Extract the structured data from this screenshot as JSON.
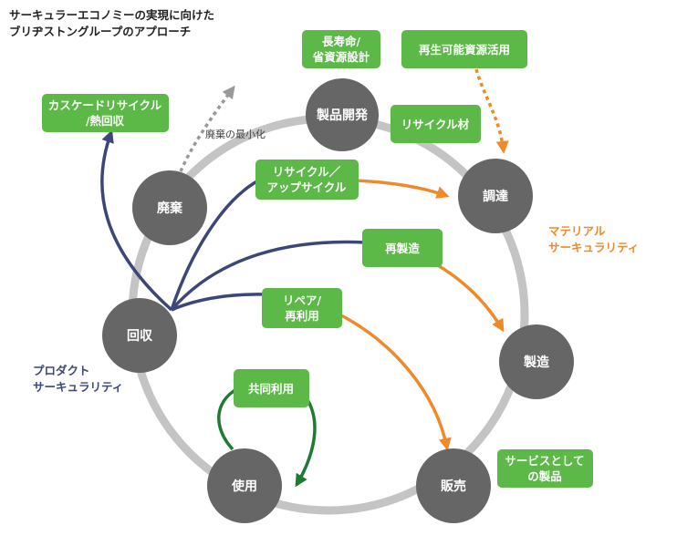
{
  "title": {
    "line1": "サーキュラーエコノミーの実現に向けた",
    "line2": "ブリヂストングループのアプローチ"
  },
  "nodes": {
    "development": "製品開発",
    "procurement": "調達",
    "manufacturing": "製造",
    "sales": "販売",
    "use": "使用",
    "collection": "回収",
    "disposal": "廃棄"
  },
  "boxes": {
    "longevity_line1": "長寿命/",
    "longevity_line2": "省資源設計",
    "renewable": "再生可能資源活用",
    "recycled_material": "リサイクル材",
    "cascade_line1": "カスケードリサイクル",
    "cascade_line2": "/熱回収",
    "recycle_line1": "リサイクル／",
    "recycle_line2": "アップサイクル",
    "remanufacture": "再製造",
    "repair_line1": "リペア/",
    "repair_line2": "再利用",
    "sharing": "共同利用",
    "service_line1": "サービスとして",
    "service_line2": "の製品"
  },
  "labels": {
    "waste_minimization": "廃棄の最小化",
    "material_circularity_line1": "マテリアル",
    "material_circularity_line2": "サーキュラリティ",
    "product_circularity_line1": "プロダクト",
    "product_circularity_line2": "サーキュラリティ"
  },
  "colors": {
    "node_fill": "#666666",
    "ring": "#c4c4c4",
    "box_fill": "#5cb847",
    "orange": "#ee8a2a",
    "navy": "#3c4777",
    "dark_green": "#1f7a34",
    "dotted_gray": "#999999"
  }
}
